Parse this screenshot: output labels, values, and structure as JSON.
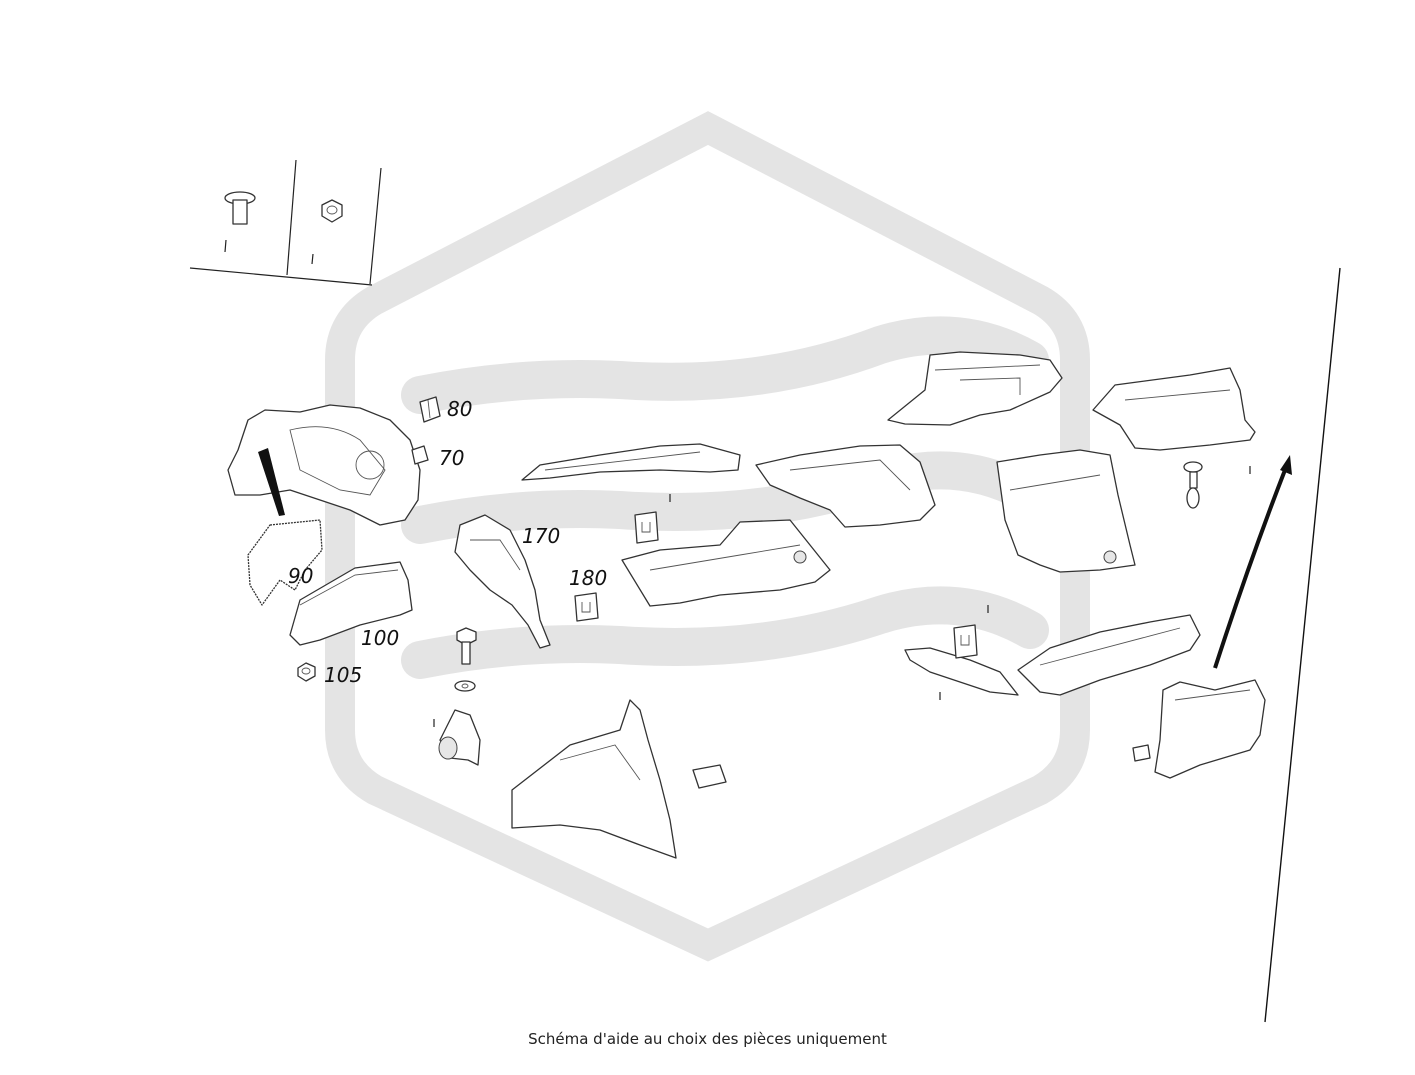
{
  "diagram": {
    "callouts": [
      {
        "id": "80",
        "label": "80"
      },
      {
        "id": "70",
        "label": "70"
      },
      {
        "id": "170",
        "label": "170"
      },
      {
        "id": "180",
        "label": "180"
      },
      {
        "id": "90",
        "label": "90"
      },
      {
        "id": "100",
        "label": "100"
      },
      {
        "id": "105",
        "label": "105"
      }
    ],
    "caption": "Schéma d'aide au choix des pièces uniquement",
    "watermark": "hexagon-logo-watermark",
    "watermark_color": "#e4e4e4"
  }
}
